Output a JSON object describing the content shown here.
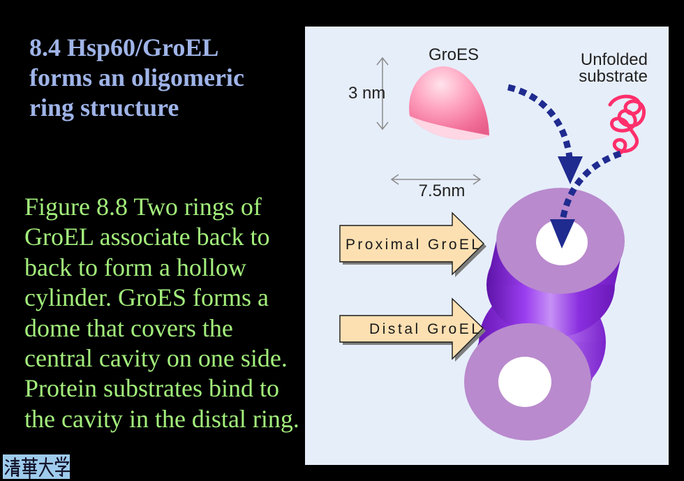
{
  "slide": {
    "title_lines": [
      "8.4 Hsp60/GroEL",
      "forms an oligomeric",
      "ring structure"
    ],
    "caption_lines": [
      "Figure 8.8 Two rings of",
      "GroEL associate back to",
      "back to form a hollow",
      "cylinder. GroES forms a",
      "dome that covers the",
      "central cavity on one side.",
      "Protein substrates bind to",
      "the cavity in the distal ring."
    ]
  },
  "figure": {
    "groes_label": "GroES",
    "substrate_label": [
      "Unfolded",
      "substrate"
    ],
    "height_label": "3 nm",
    "width_label": "7.5nm",
    "proximal_label": "Proximal GroEL",
    "distal_label": "Distal GroEL"
  },
  "logo": {
    "text": "清華大学"
  },
  "colors": {
    "background": "#000000",
    "title": "#9fb4e8",
    "caption": "#a3ef7c",
    "panel": "#e6eefa",
    "ring": "#b98acd",
    "dome": "#f47ba0",
    "substrate": "#ff2f6b",
    "path_arrow": "#1f2b8f",
    "label_arrow": "#fde0b2",
    "logo_background": "#9ecbec"
  }
}
